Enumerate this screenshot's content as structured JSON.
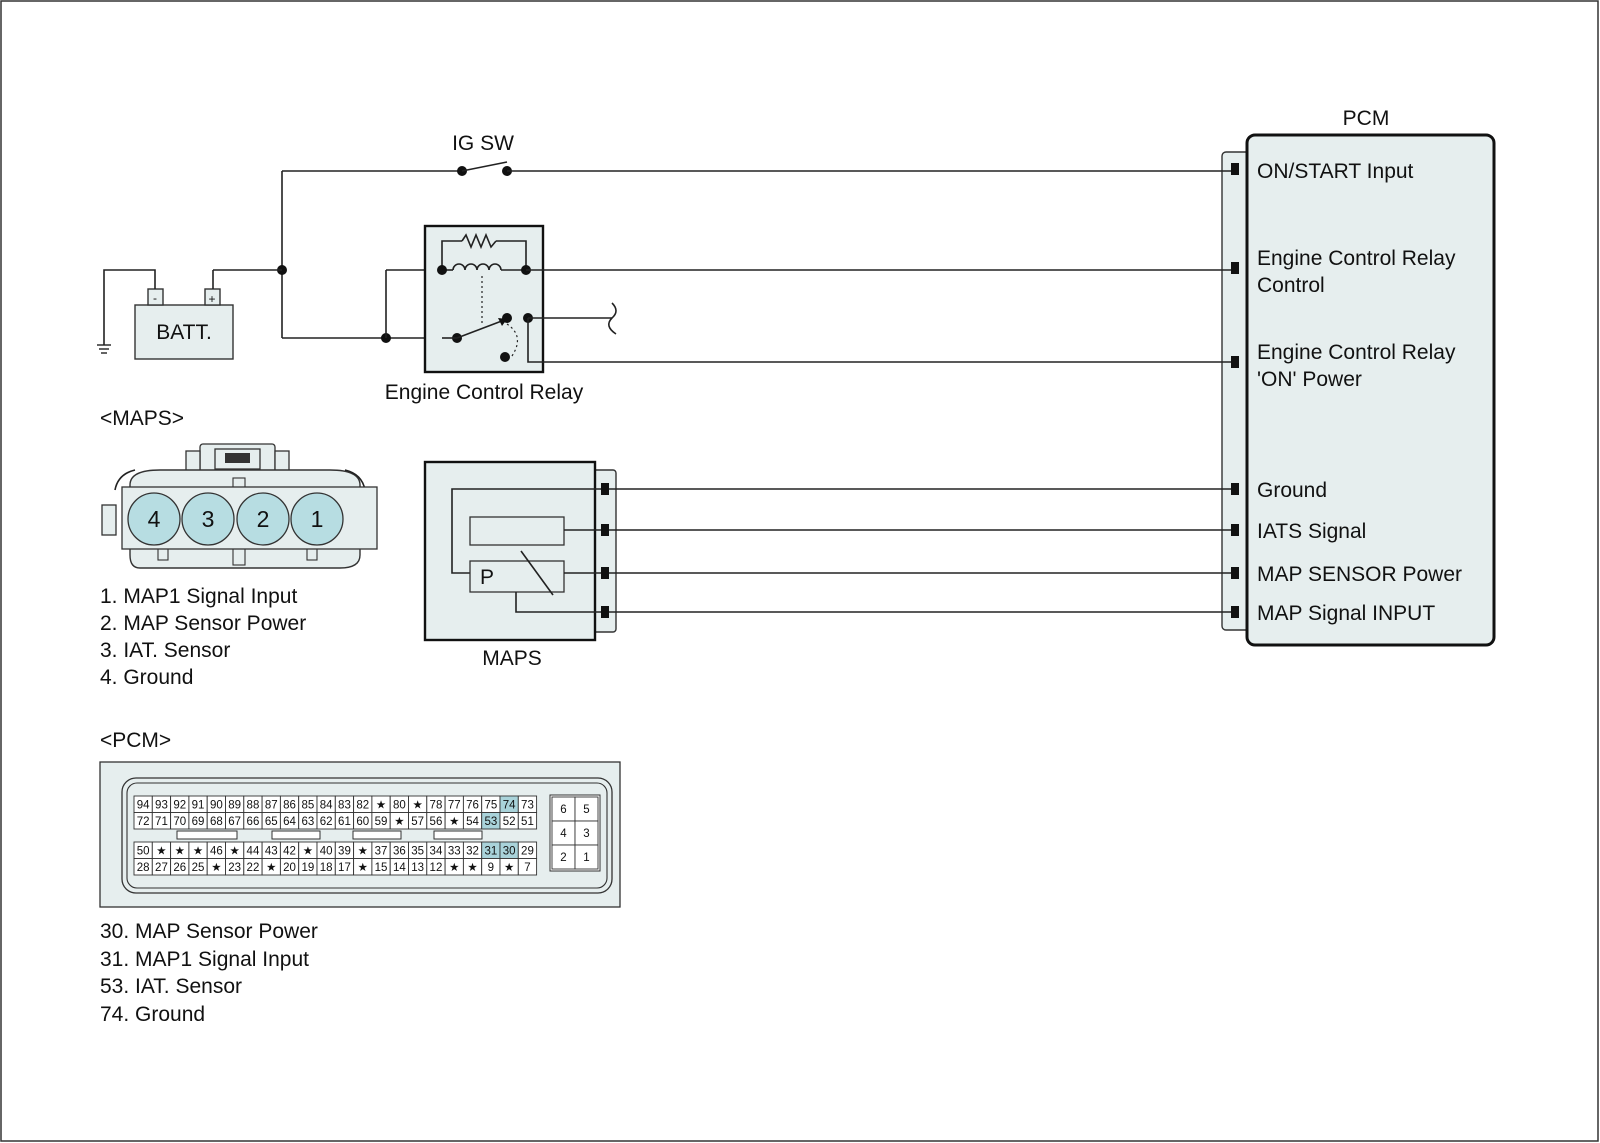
{
  "pcm": {
    "title": "PCM",
    "pins": [
      {
        "id": "on_start",
        "line1": "ON/START Input",
        "line2": ""
      },
      {
        "id": "ecr_control",
        "line1": "Engine Control Relay",
        "line2": "Control"
      },
      {
        "id": "ecr_on_power",
        "line1": "Engine Control Relay",
        "line2": "'ON' Power"
      },
      {
        "id": "ground",
        "line1": "Ground",
        "line2": ""
      },
      {
        "id": "iats",
        "line1": "IATS Signal",
        "line2": ""
      },
      {
        "id": "map_power",
        "line1": "MAP SENSOR Power",
        "line2": ""
      },
      {
        "id": "map_signal",
        "line1": "MAP Signal  INPUT",
        "line2": ""
      }
    ]
  },
  "ig_sw": {
    "label": "IG SW"
  },
  "battery": {
    "label": "BATT.",
    "neg": "-",
    "pos": "+"
  },
  "relay": {
    "label": "Engine Control Relay"
  },
  "maps_sensor": {
    "label": "MAPS",
    "p_label": "P"
  },
  "maps_connector": {
    "heading": "<MAPS>",
    "pins": [
      "4",
      "3",
      "2",
      "1"
    ],
    "legend": [
      "1. MAP1 Signal Input",
      "2. MAP Sensor Power",
      "3. IAT. Sensor",
      "4. Ground"
    ]
  },
  "pcm_connector": {
    "heading": "<PCM>",
    "row1": [
      "94",
      "93",
      "92",
      "91",
      "90",
      "89",
      "88",
      "87",
      "86",
      "85",
      "84",
      "83",
      "82",
      "★",
      "80",
      "★",
      "78",
      "77",
      "76",
      "75",
      "74",
      "73"
    ],
    "row2": [
      "72",
      "71",
      "70",
      "69",
      "68",
      "67",
      "66",
      "65",
      "64",
      "63",
      "62",
      "61",
      "60",
      "59",
      "★",
      "57",
      "56",
      "★",
      "54",
      "53",
      "52",
      "51"
    ],
    "row3": [
      "50",
      "★",
      "★",
      "★",
      "46",
      "★",
      "44",
      "43",
      "42",
      "★",
      "40",
      "39",
      "★",
      "37",
      "36",
      "35",
      "34",
      "33",
      "32",
      "31",
      "30",
      "29"
    ],
    "row4": [
      "28",
      "27",
      "26",
      "25",
      "★",
      "23",
      "22",
      "★",
      "20",
      "19",
      "18",
      "17",
      "★",
      "15",
      "14",
      "13",
      "12",
      "★",
      "★",
      "9",
      "★",
      "7"
    ],
    "side": [
      [
        "6",
        "5"
      ],
      [
        "4",
        "3"
      ],
      [
        "2",
        "1"
      ]
    ],
    "highlighted": [
      "74",
      "53",
      "31",
      "30"
    ],
    "legend": [
      "30. MAP Sensor Power",
      "31. MAP1 Signal Input",
      "53. IAT. Sensor",
      "74. Ground"
    ]
  },
  "colors": {
    "fill": "#e6eeee",
    "pin": "#b7dde2",
    "highlight": "#a9d3da",
    "line": "#111111"
  }
}
